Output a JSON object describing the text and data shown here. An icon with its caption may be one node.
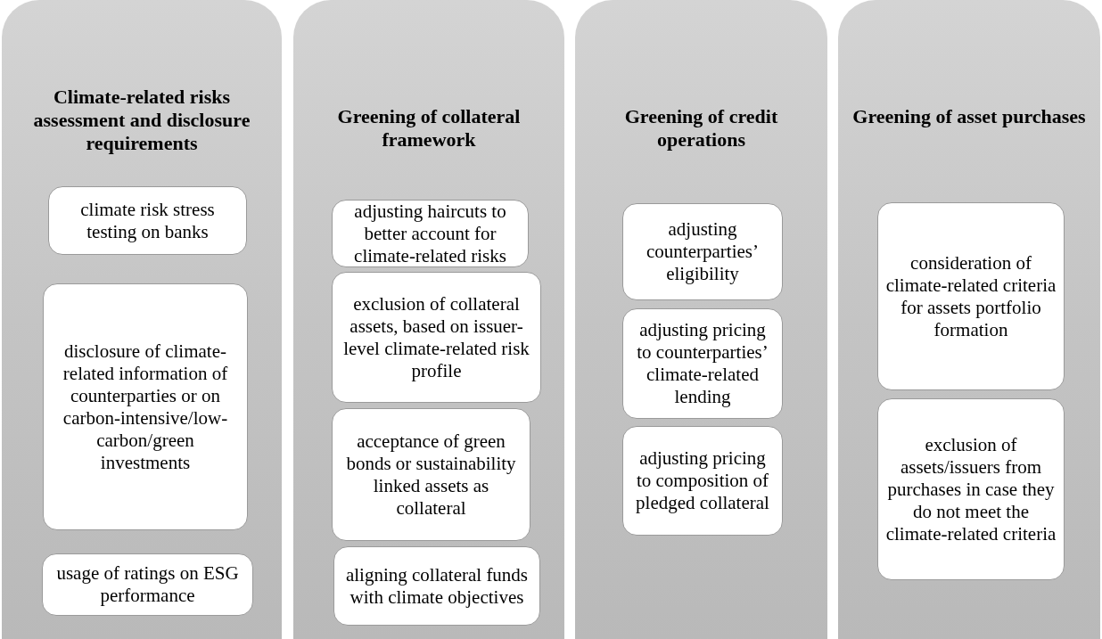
{
  "diagram": {
    "nodes": [
      {
        "text": [
          "Climate-related risks assessment and disclosure requirements"
        ]
      },
      {
        "text": [
          "climate risk stress testing on banks"
        ],
        "in": 0
      },
      {
        "text": [
          "disclosure of climate-related information of counterparties or on carbon-intensive/low-carbon/green investments"
        ],
        "in": 0
      },
      {
        "text": [
          "usage of ratings on ESG performance"
        ],
        "in": 0
      },
      {
        "text": [
          "Greening of collateral framework"
        ]
      },
      {
        "text": [
          "adjusting haircuts to better account for climate-related risks"
        ],
        "in": 4
      },
      {
        "text": [
          "exclusion of collateral assets, based on issuer-level climate-related risk profile"
        ],
        "in": 4
      },
      {
        "text": [
          "acceptance of green bonds or sustainability linked assets as collateral"
        ],
        "in": 4
      },
      {
        "text": [
          "aligning collateral funds with climate objectives"
        ],
        "in": 4
      },
      {
        "text": [
          "Greening of credit operations"
        ]
      },
      {
        "text": [
          "adjusting counterparties’ eligibility"
        ],
        "in": 9
      },
      {
        "text": [
          "adjusting pricing to counterparties’ climate-related lending"
        ],
        "in": 9
      },
      {
        "text": [
          "adjusting pricing to composition of pledged collateral"
        ],
        "in": 9
      },
      {
        "text": [
          "Greening of asset purchases"
        ]
      },
      {
        "text": [
          "consideration of climate-related criteria for assets portfolio formation"
        ],
        "in": 13
      },
      {
        "text": [
          "exclusion of assets/issuers from purchases in case they do not meet the climate-related criteria"
        ],
        "in": 13
      }
    ],
    "edges": []
  }
}
